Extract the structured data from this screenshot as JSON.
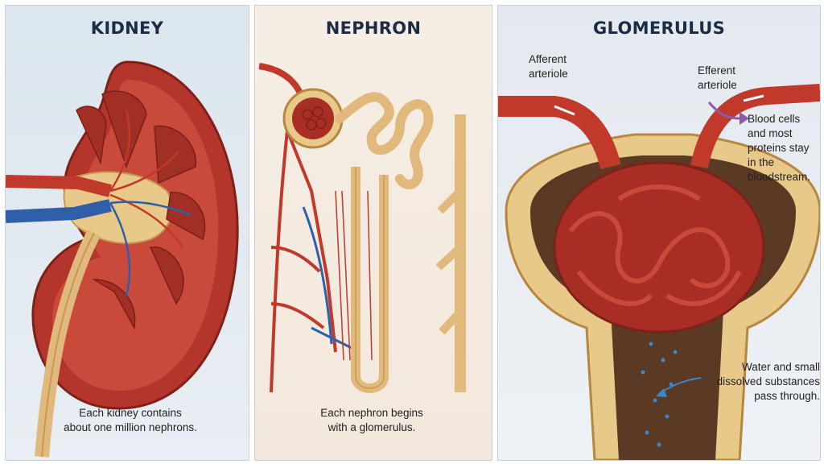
{
  "panels": {
    "kidney": {
      "title": "KIDNEY",
      "caption_line1": "Each kidney contains",
      "caption_line2": "about one million nephrons."
    },
    "nephron": {
      "title": "NEPHRON",
      "caption_line1": "Each nephron begins",
      "caption_line2": "with a glomerulus."
    },
    "glomerulus": {
      "title": "GLOMERULUS",
      "afferent_line1": "Afferent",
      "afferent_line2": "arteriole",
      "efferent_line1": "Efferent",
      "efferent_line2": "arteriole",
      "blood_line1": "Blood cells",
      "blood_line2": "and most",
      "blood_line3": "proteins stay",
      "blood_line4": "in the",
      "blood_line5": "bloodstream.",
      "water_line1": "Water and small",
      "water_line2": "dissolved substances",
      "water_line3": "pass through."
    }
  },
  "colors": {
    "tissue_red": "#b3352c",
    "artery_red": "#c0392b",
    "vein_blue": "#2e5fa8",
    "tubule_tan": "#e2b97c",
    "accent_purple": "#8e5aa8",
    "accent_blue": "#3a86c6"
  }
}
